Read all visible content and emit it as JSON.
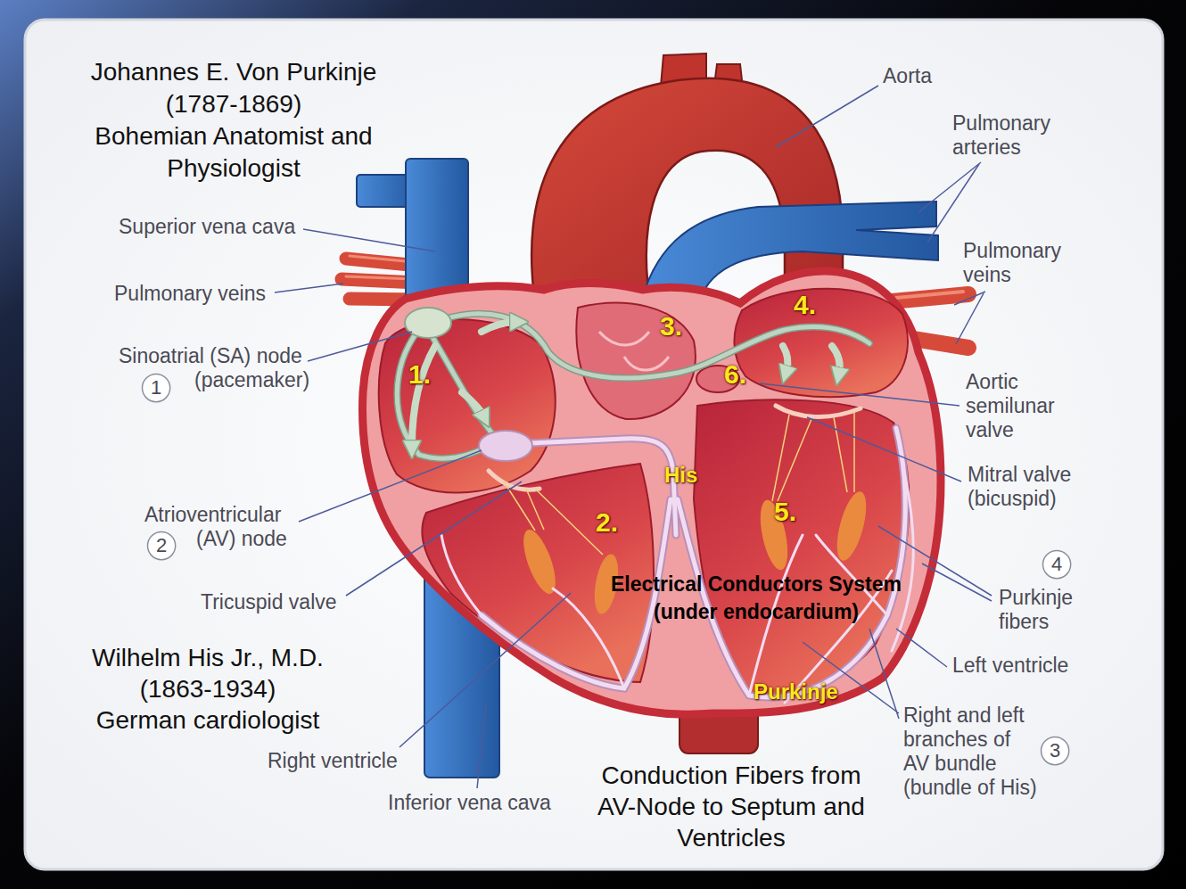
{
  "diagram": {
    "caption": "Conduction Fibers from AV-Node to Septum and Ventricles",
    "nodes": [
      {
        "text": [
          "1"
        ]
      },
      {
        "text": [
          "2"
        ]
      },
      {
        "text": [
          "4"
        ]
      },
      {
        "text": [
          "3"
        ]
      }
    ],
    "labels": [
      "Johannes E. Von Purkinje (1787-1869) Bohemian Anatomist and Physiologist",
      "Aorta",
      "Pulmonary arteries",
      "Superior vena cava",
      "Pulmonary veins",
      "Pulmonary veins",
      "3.",
      "4.",
      "Sinoatrial (SA) node",
      "1.",
      "(pacemaker)",
      "6.",
      "Aortic semilunar valve",
      "Mitral valve (bicuspid)",
      "His",
      "Atrioventricular",
      "5.",
      "2.",
      "(AV) node",
      "Electrical Conductors System (under endocardium)",
      "Purkinje fibers",
      "Tricuspid valve",
      "Wilhelm His Jr., M.D. (1863-1934) German cardiologist",
      "Left ventricle",
      "Purkinje",
      "Right and left branches of AV bundle (bundle of His)",
      "Right ventricle",
      "Inferior vena cava"
    ]
  }
}
